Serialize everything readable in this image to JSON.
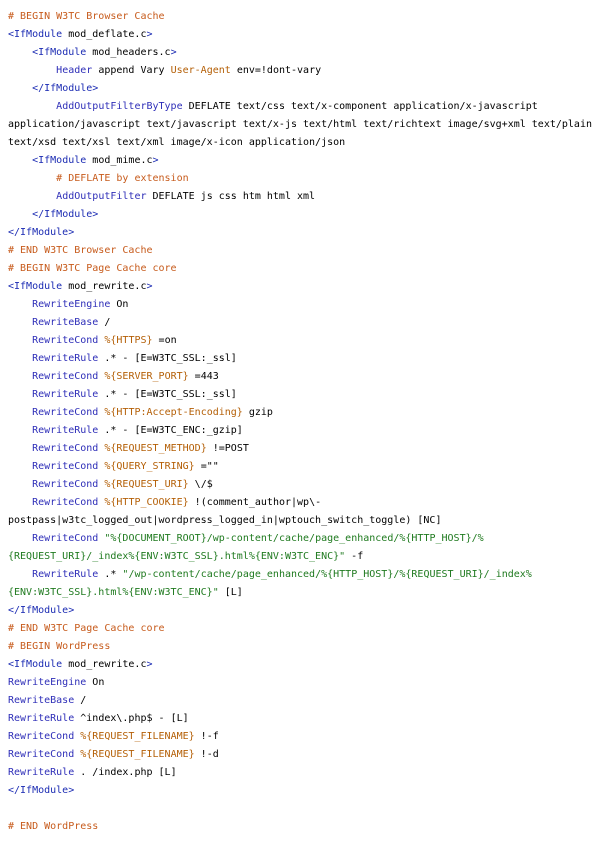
{
  "colors": {
    "comment": "#c75b1c",
    "tag": "#1b2bb3",
    "directive": "#2e2eb8",
    "variable": "#b45f06",
    "string": "#1f7a1f",
    "plain": "#000000",
    "background": "#ffffff"
  },
  "lines": [
    [
      {
        "c": "comment",
        "t": "# BEGIN W3TC Browser Cache"
      }
    ],
    [
      {
        "c": "tag",
        "t": "<IfModule"
      },
      {
        "c": "plain",
        "t": " mod_deflate.c"
      },
      {
        "c": "tag",
        "t": ">"
      }
    ],
    [
      {
        "c": "plain",
        "t": "    "
      },
      {
        "c": "tag",
        "t": "<IfModule"
      },
      {
        "c": "plain",
        "t": " mod_headers.c"
      },
      {
        "c": "tag",
        "t": ">"
      }
    ],
    [
      {
        "c": "plain",
        "t": "        "
      },
      {
        "c": "dir",
        "t": "Header"
      },
      {
        "c": "plain",
        "t": " append Vary "
      },
      {
        "c": "var",
        "t": "User-Agent"
      },
      {
        "c": "plain",
        "t": " env=!dont-vary"
      }
    ],
    [
      {
        "c": "plain",
        "t": "    "
      },
      {
        "c": "tag",
        "t": "</IfModule>"
      }
    ],
    [
      {
        "c": "plain",
        "t": "        "
      },
      {
        "c": "dir",
        "t": "AddOutputFilterByType"
      },
      {
        "c": "plain",
        "t": " DEFLATE text/css text/x-component application/x-javascript"
      }
    ],
    [
      {
        "c": "plain",
        "t": "application/javascript text/javascript text/x-js text/html text/richtext image/svg+xml text/plain"
      }
    ],
    [
      {
        "c": "plain",
        "t": "text/xsd text/xsl text/xml image/x-icon application/json"
      }
    ],
    [
      {
        "c": "plain",
        "t": "    "
      },
      {
        "c": "tag",
        "t": "<IfModule"
      },
      {
        "c": "plain",
        "t": " mod_mime.c"
      },
      {
        "c": "tag",
        "t": ">"
      }
    ],
    [
      {
        "c": "plain",
        "t": "        "
      },
      {
        "c": "comment",
        "t": "# DEFLATE by extension"
      }
    ],
    [
      {
        "c": "plain",
        "t": "        "
      },
      {
        "c": "dir",
        "t": "AddOutputFilter"
      },
      {
        "c": "plain",
        "t": " DEFLATE js css htm html xml"
      }
    ],
    [
      {
        "c": "plain",
        "t": "    "
      },
      {
        "c": "tag",
        "t": "</IfModule>"
      }
    ],
    [
      {
        "c": "tag",
        "t": "</IfModule>"
      }
    ],
    [
      {
        "c": "comment",
        "t": "# END W3TC Browser Cache"
      }
    ],
    [
      {
        "c": "comment",
        "t": "# BEGIN W3TC Page Cache core"
      }
    ],
    [
      {
        "c": "tag",
        "t": "<IfModule"
      },
      {
        "c": "plain",
        "t": " mod_rewrite.c"
      },
      {
        "c": "tag",
        "t": ">"
      }
    ],
    [
      {
        "c": "plain",
        "t": "    "
      },
      {
        "c": "dir",
        "t": "RewriteEngine"
      },
      {
        "c": "plain",
        "t": " On"
      }
    ],
    [
      {
        "c": "plain",
        "t": "    "
      },
      {
        "c": "dir",
        "t": "RewriteBase"
      },
      {
        "c": "plain",
        "t": " /"
      }
    ],
    [
      {
        "c": "plain",
        "t": "    "
      },
      {
        "c": "dir",
        "t": "RewriteCond"
      },
      {
        "c": "plain",
        "t": " "
      },
      {
        "c": "var",
        "t": "%{HTTPS}"
      },
      {
        "c": "plain",
        "t": " =on"
      }
    ],
    [
      {
        "c": "plain",
        "t": "    "
      },
      {
        "c": "dir",
        "t": "RewriteRule"
      },
      {
        "c": "plain",
        "t": " .* - [E=W3TC_SSL:_ssl]"
      }
    ],
    [
      {
        "c": "plain",
        "t": "    "
      },
      {
        "c": "dir",
        "t": "RewriteCond"
      },
      {
        "c": "plain",
        "t": " "
      },
      {
        "c": "var",
        "t": "%{SERVER_PORT}"
      },
      {
        "c": "plain",
        "t": " =443"
      }
    ],
    [
      {
        "c": "plain",
        "t": "    "
      },
      {
        "c": "dir",
        "t": "RewriteRule"
      },
      {
        "c": "plain",
        "t": " .* - [E=W3TC_SSL:_ssl]"
      }
    ],
    [
      {
        "c": "plain",
        "t": "    "
      },
      {
        "c": "dir",
        "t": "RewriteCond"
      },
      {
        "c": "plain",
        "t": " "
      },
      {
        "c": "var",
        "t": "%{HTTP:Accept-Encoding}"
      },
      {
        "c": "plain",
        "t": " gzip"
      }
    ],
    [
      {
        "c": "plain",
        "t": "    "
      },
      {
        "c": "dir",
        "t": "RewriteRule"
      },
      {
        "c": "plain",
        "t": " .* - [E=W3TC_ENC:_gzip]"
      }
    ],
    [
      {
        "c": "plain",
        "t": "    "
      },
      {
        "c": "dir",
        "t": "RewriteCond"
      },
      {
        "c": "plain",
        "t": " "
      },
      {
        "c": "var",
        "t": "%{REQUEST_METHOD}"
      },
      {
        "c": "plain",
        "t": " !=POST"
      }
    ],
    [
      {
        "c": "plain",
        "t": "    "
      },
      {
        "c": "dir",
        "t": "RewriteCond"
      },
      {
        "c": "plain",
        "t": " "
      },
      {
        "c": "var",
        "t": "%{QUERY_STRING}"
      },
      {
        "c": "plain",
        "t": " =\"\""
      }
    ],
    [
      {
        "c": "plain",
        "t": "    "
      },
      {
        "c": "dir",
        "t": "RewriteCond"
      },
      {
        "c": "plain",
        "t": " "
      },
      {
        "c": "var",
        "t": "%{REQUEST_URI}"
      },
      {
        "c": "plain",
        "t": " \\/$"
      }
    ],
    [
      {
        "c": "plain",
        "t": "    "
      },
      {
        "c": "dir",
        "t": "RewriteCond"
      },
      {
        "c": "plain",
        "t": " "
      },
      {
        "c": "var",
        "t": "%{HTTP_COOKIE}"
      },
      {
        "c": "plain",
        "t": " !(comment_author|wp\\-"
      }
    ],
    [
      {
        "c": "plain",
        "t": "postpass|w3tc_logged_out|wordpress_logged_in|wptouch_switch_toggle) [NC]"
      }
    ],
    [
      {
        "c": "plain",
        "t": "    "
      },
      {
        "c": "dir",
        "t": "RewriteCond"
      },
      {
        "c": "plain",
        "t": " "
      },
      {
        "c": "str",
        "t": "\"%{DOCUMENT_ROOT}/wp-content/cache/page_enhanced/%{HTTP_HOST}/%"
      }
    ],
    [
      {
        "c": "str",
        "t": "{REQUEST_URI}/_index%{ENV:W3TC_SSL}.html%{ENV:W3TC_ENC}\""
      },
      {
        "c": "plain",
        "t": " -f"
      }
    ],
    [
      {
        "c": "plain",
        "t": "    "
      },
      {
        "c": "dir",
        "t": "RewriteRule"
      },
      {
        "c": "plain",
        "t": " .* "
      },
      {
        "c": "str",
        "t": "\"/wp-content/cache/page_enhanced/%{HTTP_HOST}/%{REQUEST_URI}/_index%"
      }
    ],
    [
      {
        "c": "str",
        "t": "{ENV:W3TC_SSL}.html%{ENV:W3TC_ENC}\""
      },
      {
        "c": "plain",
        "t": " [L]"
      }
    ],
    [
      {
        "c": "tag",
        "t": "</IfModule>"
      }
    ],
    [
      {
        "c": "comment",
        "t": "# END W3TC Page Cache core"
      }
    ],
    [
      {
        "c": "comment",
        "t": "# BEGIN WordPress"
      }
    ],
    [
      {
        "c": "tag",
        "t": "<IfModule"
      },
      {
        "c": "plain",
        "t": " mod_rewrite.c"
      },
      {
        "c": "tag",
        "t": ">"
      }
    ],
    [
      {
        "c": "dir",
        "t": "RewriteEngine"
      },
      {
        "c": "plain",
        "t": " On"
      }
    ],
    [
      {
        "c": "dir",
        "t": "RewriteBase"
      },
      {
        "c": "plain",
        "t": " /"
      }
    ],
    [
      {
        "c": "dir",
        "t": "RewriteRule"
      },
      {
        "c": "plain",
        "t": " ^index\\.php$ - [L]"
      }
    ],
    [
      {
        "c": "dir",
        "t": "RewriteCond"
      },
      {
        "c": "plain",
        "t": " "
      },
      {
        "c": "var",
        "t": "%{REQUEST_FILENAME}"
      },
      {
        "c": "plain",
        "t": " !-f"
      }
    ],
    [
      {
        "c": "dir",
        "t": "RewriteCond"
      },
      {
        "c": "plain",
        "t": " "
      },
      {
        "c": "var",
        "t": "%{REQUEST_FILENAME}"
      },
      {
        "c": "plain",
        "t": " !-d"
      }
    ],
    [
      {
        "c": "dir",
        "t": "RewriteRule"
      },
      {
        "c": "plain",
        "t": " . /index.php [L]"
      }
    ],
    [
      {
        "c": "tag",
        "t": "</IfModule>"
      }
    ],
    [],
    [
      {
        "c": "comment",
        "t": "# END WordPress"
      }
    ]
  ]
}
